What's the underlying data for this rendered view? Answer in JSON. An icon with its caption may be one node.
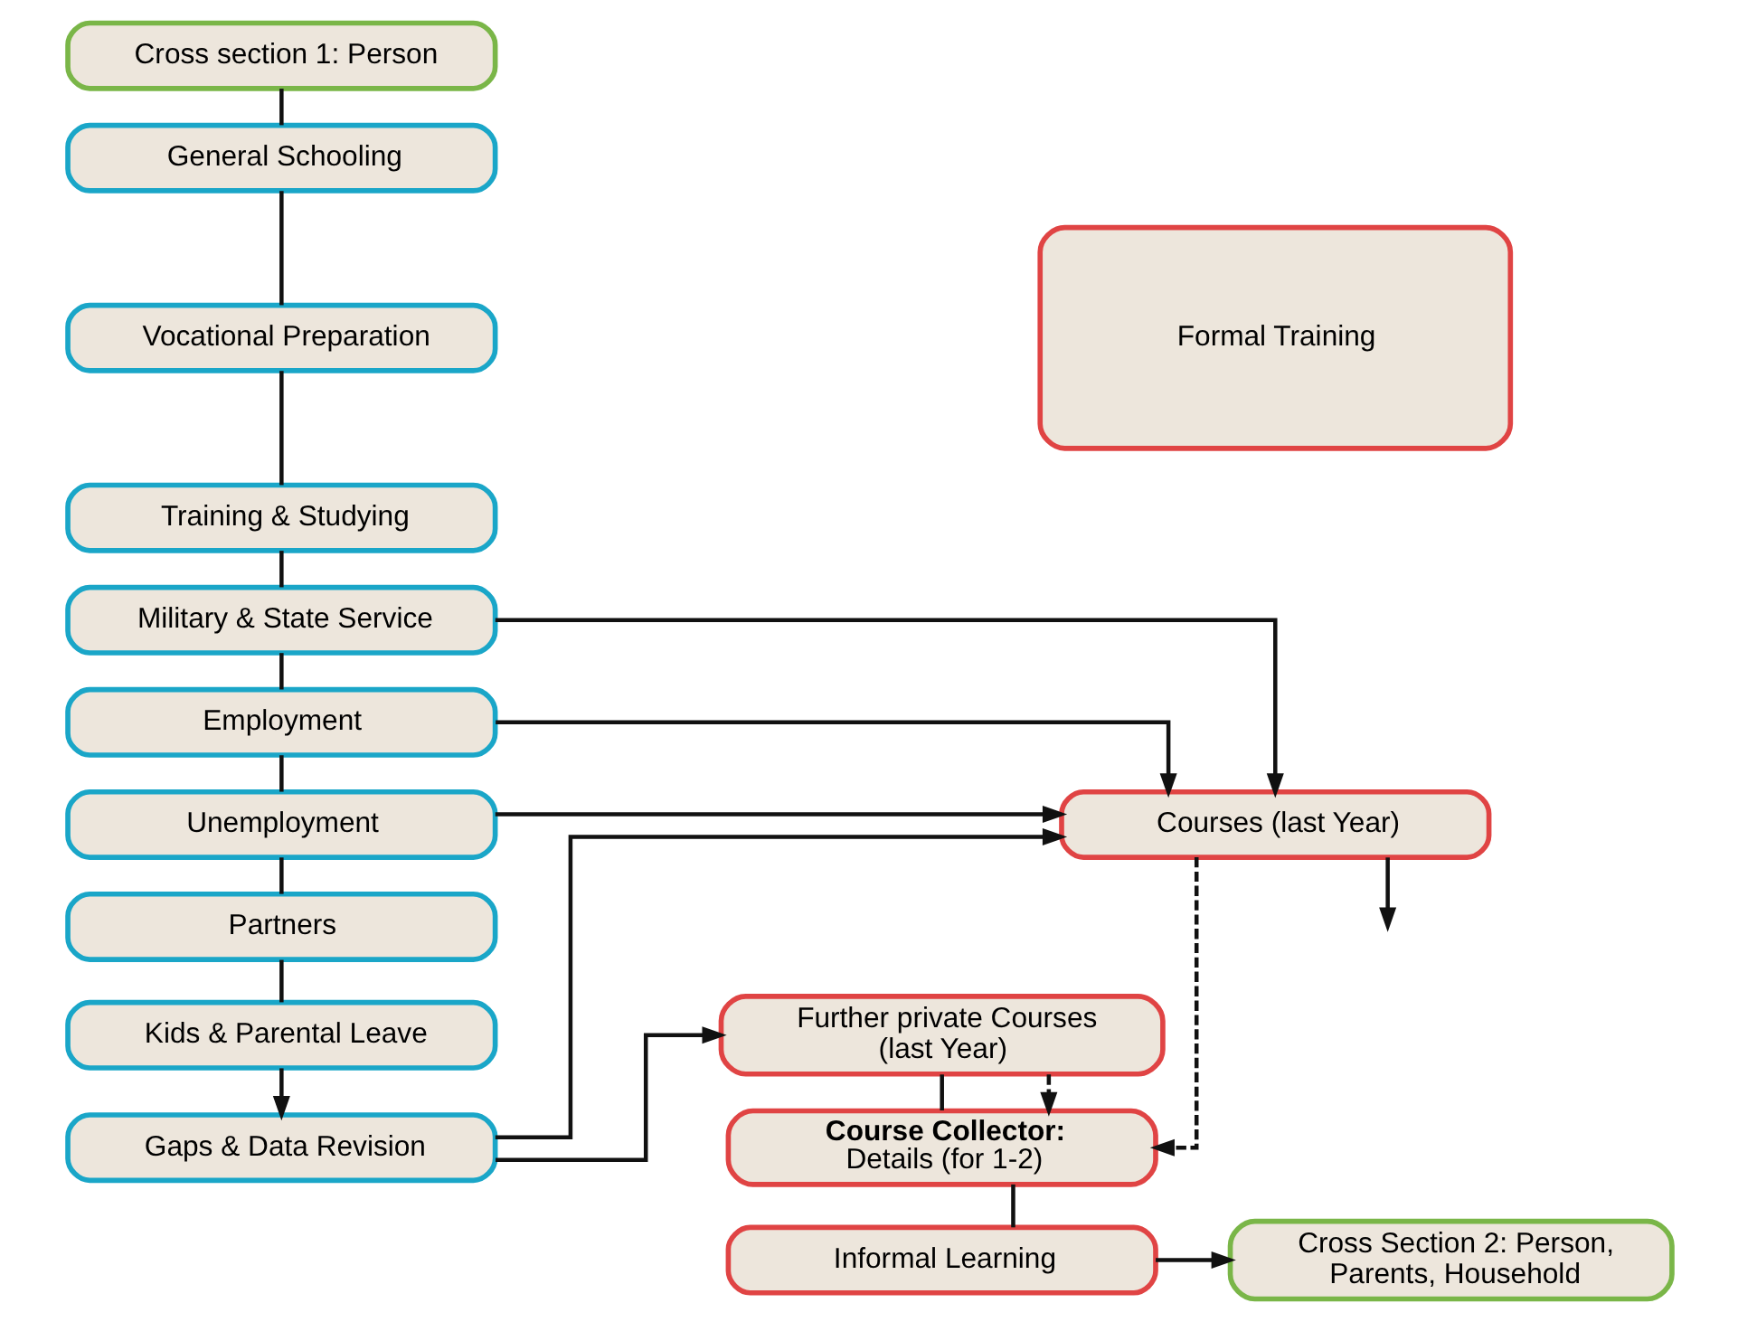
{
  "diagram": {
    "nodes": [
      {
        "text": [
          "Cross section 1: Person"
        ]
      },
      {
        "text": [
          "General Schooling"
        ]
      },
      {
        "text": [
          "Vocational Preparation"
        ]
      },
      {
        "text": [
          "Training & Studying"
        ]
      },
      {
        "text": [
          "Military & State Service"
        ]
      },
      {
        "text": [
          "Employment"
        ]
      },
      {
        "text": [
          "Unemployment"
        ]
      },
      {
        "text": [
          "Partners"
        ]
      },
      {
        "text": [
          "Kids & Parental Leave"
        ]
      },
      {
        "text": [
          "Gaps & Data Revision"
        ]
      },
      {
        "text": [
          "Cross Section 2: Person, Parents, Household"
        ]
      },
      {
        "text": [
          "Formal Training"
        ]
      },
      {
        "text": [
          "Courses (last Year)"
        ]
      },
      {
        "text": [
          "Further private Courses (last Year)"
        ]
      },
      {
        "text": [
          "Course Collector:",
          "Details (for 1-2)"
        ]
      },
      {
        "text": [
          "Informal Learning"
        ]
      }
    ],
    "edges": [
      {
        "from": 0,
        "to": 1,
        "arrow": "none"
      },
      {
        "from": 1,
        "to": 2,
        "arrow": "none"
      },
      {
        "from": 2,
        "to": 3,
        "arrow": "none"
      },
      {
        "from": 3,
        "to": 4,
        "arrow": "none"
      },
      {
        "from": 4,
        "to": 5,
        "arrow": "none"
      },
      {
        "from": 5,
        "to": 6,
        "arrow": "none"
      },
      {
        "from": 6,
        "to": 7,
        "arrow": "none"
      },
      {
        "from": 7,
        "to": 8,
        "arrow": "none"
      },
      {
        "from": 8,
        "to": 9,
        "arrow": "to"
      },
      {
        "from": 4,
        "to": 12,
        "arrow": "to"
      },
      {
        "from": 5,
        "to": 12,
        "arrow": "to"
      },
      {
        "from": 6,
        "to": 12,
        "arrow": "to"
      },
      {
        "from": 9,
        "to": 12,
        "arrow": "to"
      },
      {
        "from": 12,
        "to": null,
        "arrow": "to"
      },
      {
        "from": 9,
        "to": 13,
        "arrow": "to"
      },
      {
        "from": 13,
        "to": 14,
        "arrow": "none"
      },
      {
        "from": 14,
        "to": 15,
        "arrow": "none"
      },
      {
        "from": 15,
        "to": 10,
        "arrow": "to"
      },
      {
        "from": 12,
        "to": 14,
        "arrow": "to",
        "style": "dashed"
      },
      {
        "from": 13,
        "to": 14,
        "arrow": "to",
        "style": "dashed"
      }
    ]
  }
}
